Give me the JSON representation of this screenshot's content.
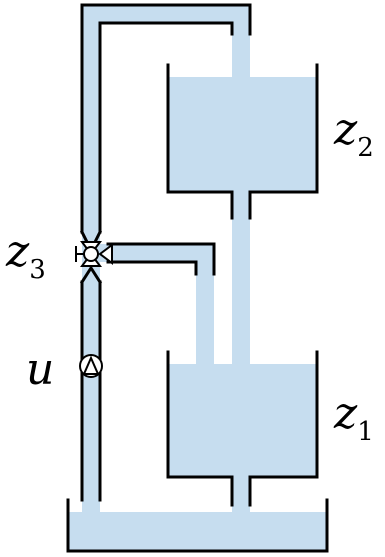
{
  "labels": {
    "upper_tank": {
      "main": "z",
      "sub": "2"
    },
    "lower_tank": {
      "main": "z",
      "sub": "1"
    },
    "valve": {
      "main": "z",
      "sub": "3"
    },
    "pump": {
      "main": "u"
    }
  },
  "colors": {
    "water": "#c6ddef",
    "stroke": "#000000",
    "background": "#ffffff"
  }
}
